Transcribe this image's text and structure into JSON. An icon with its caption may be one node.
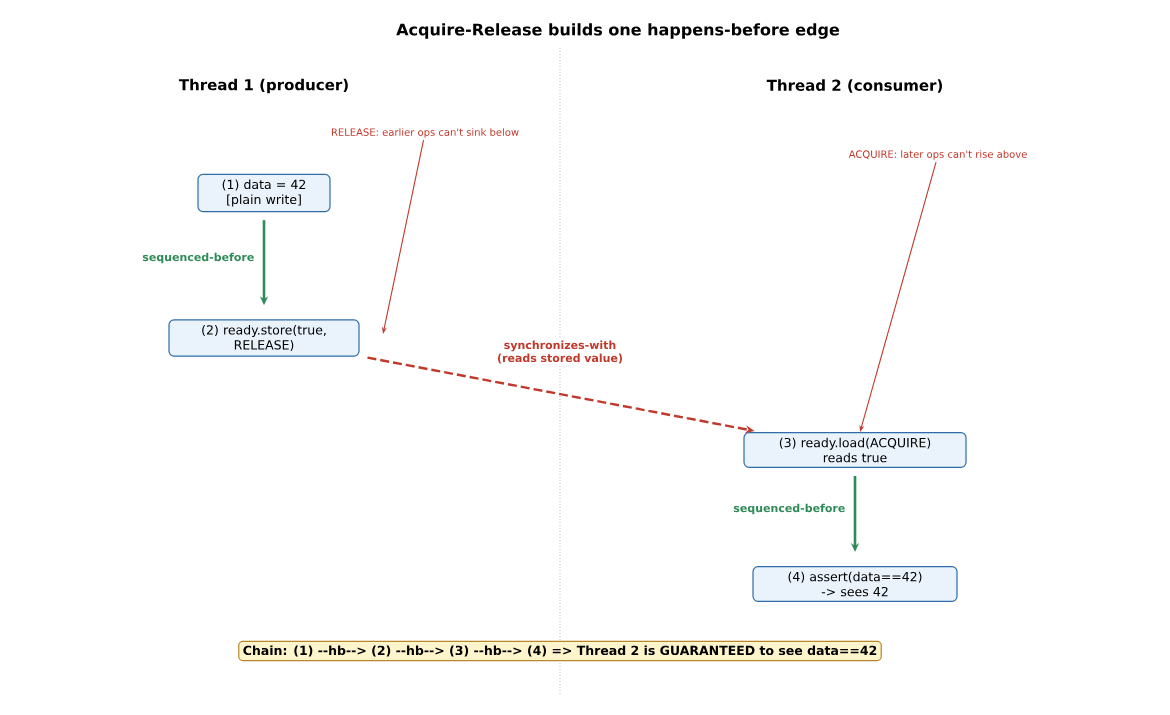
{
  "diagram": {
    "title": "Acquire-Release builds one happens-before edge",
    "nodes": [
      {
        "text": [
          "(1) data = 42 [plain write]"
        ]
      },
      {
        "text": [
          "(2) ready.store(true, RELEASE)"
        ]
      },
      {
        "text": [
          "(3) ready.load(ACQUIRE) reads true"
        ]
      },
      {
        "text": [
          "(4) assert(data==42) -> sees 42"
        ]
      },
      {
        "text": [
          "RELEASE: earlier ops can't sink below"
        ]
      },
      {
        "text": [
          "ACQUIRE: later ops can't rise above"
        ]
      },
      {
        "text": [
          "Chain: (1) --hb--> (2) --hb--> (3) --hb--> (4)   =>   Thread 2 is GUARANTEED to see data==42"
        ]
      }
    ],
    "edges": [
      {
        "from": 0,
        "to": 1,
        "arrow": "to",
        "label": "sequenced-before",
        "color": "#2e8b57"
      },
      {
        "from": 1,
        "to": 2,
        "arrow": "to",
        "label": "synchronizes-with (reads stored value)",
        "style": "dashed",
        "color": "#c0392b"
      },
      {
        "from": 2,
        "to": 3,
        "arrow": "to",
        "label": "sequenced-before",
        "color": "#2e8b57"
      },
      {
        "from": 4,
        "to": null,
        "arrow": "to",
        "color": "#c0392b"
      },
      {
        "from": 5,
        "to": 2,
        "arrow": "to",
        "color": "#c0392b"
      }
    ],
    "labels": [
      "Thread 1 (producer)",
      "Thread 2 (consumer)"
    ]
  }
}
